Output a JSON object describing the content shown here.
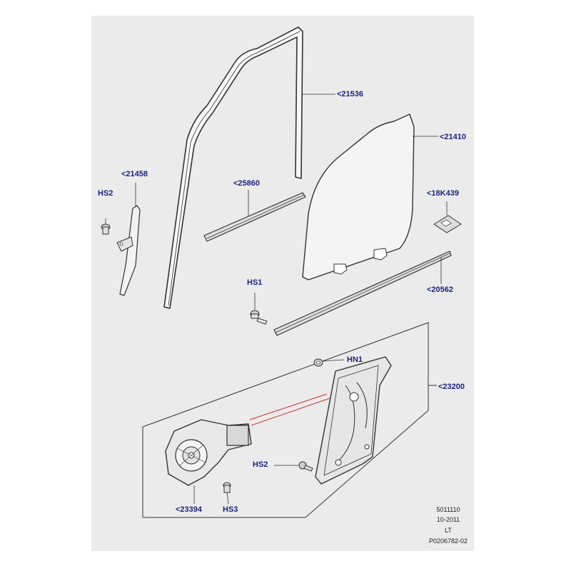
{
  "diagram": {
    "callouts": {
      "c21536": "<21536",
      "c21410": "<21410",
      "c21458": "<21458",
      "hs2_top": "HS2",
      "c25860": "<25860",
      "c18k439": "<18K439",
      "hs1": "HS1",
      "c20562": "<20562",
      "hn1": "HN1",
      "c23200": "<23200",
      "hs2_bottom": "HS2",
      "c23394": "<23394",
      "hs3": "HS3"
    },
    "reference_block": {
      "line1": "5011110",
      "line2": "10-2011",
      "line3": "LT",
      "line4": "P0206782-02"
    },
    "colors": {
      "panel_background": "#ebebeb",
      "callout_text": "#1a237e",
      "line_art": "#333333",
      "motor_link_lines": "#d32f2f"
    }
  }
}
